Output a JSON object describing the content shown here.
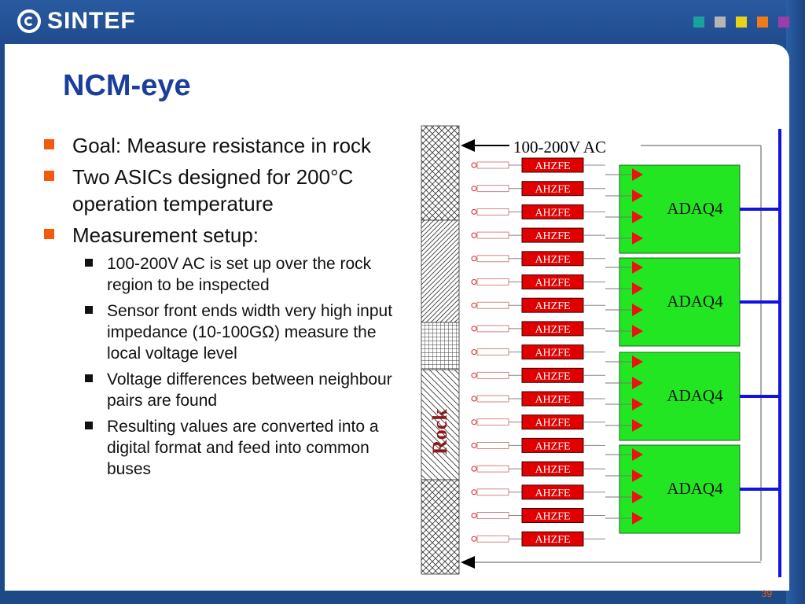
{
  "brand": {
    "logo_text": "SINTEF",
    "squares": [
      "#1aa39c",
      "#b5b5b5",
      "#e8d21a",
      "#f07a1a",
      "#9a3fa8"
    ]
  },
  "slide": {
    "title": "NCM-eye",
    "page_number": "39"
  },
  "bullets": [
    {
      "level": 1,
      "text": "Goal: Measure resistance in rock"
    },
    {
      "level": 1,
      "text": "Two ASICs designed for 200°C operation temperature"
    },
    {
      "level": 1,
      "text": "Measurement setup:"
    },
    {
      "level": 2,
      "text": "100-200V AC is set up over the rock region to be inspected"
    },
    {
      "level": 2,
      "text": "Sensor front ends width very high input impedance (10-100GΩ) measure the local voltage level"
    },
    {
      "level": 2,
      "text": "Voltage differences between neighbour pairs are found"
    },
    {
      "level": 2,
      "text": "Resulting values are converted into a digital format and feed into common buses"
    }
  ],
  "diagram": {
    "voltage_label": "100-200V AC",
    "rock_label": "Rock",
    "frontend_labels": [
      "AHZFE",
      "AHZFE",
      "AHZFE",
      "AHZFE",
      "AHZFE",
      "AHZFE",
      "AHZFE",
      "AHZFE",
      "AHZFE",
      "AHZFE",
      "AHZFE",
      "AHZFE",
      "AHZFE",
      "AHZFE",
      "AHZFE",
      "AHZFE",
      "AHZFE"
    ],
    "adc_labels": [
      "ADAQ4",
      "ADAQ4",
      "ADAQ4",
      "ADAQ4"
    ],
    "colors": {
      "frontend_fill": "#e00000",
      "frontend_text": "#ffffff",
      "adc_fill": "#22e622",
      "triangle": "#ee1111",
      "bus": "#1313e0"
    }
  }
}
